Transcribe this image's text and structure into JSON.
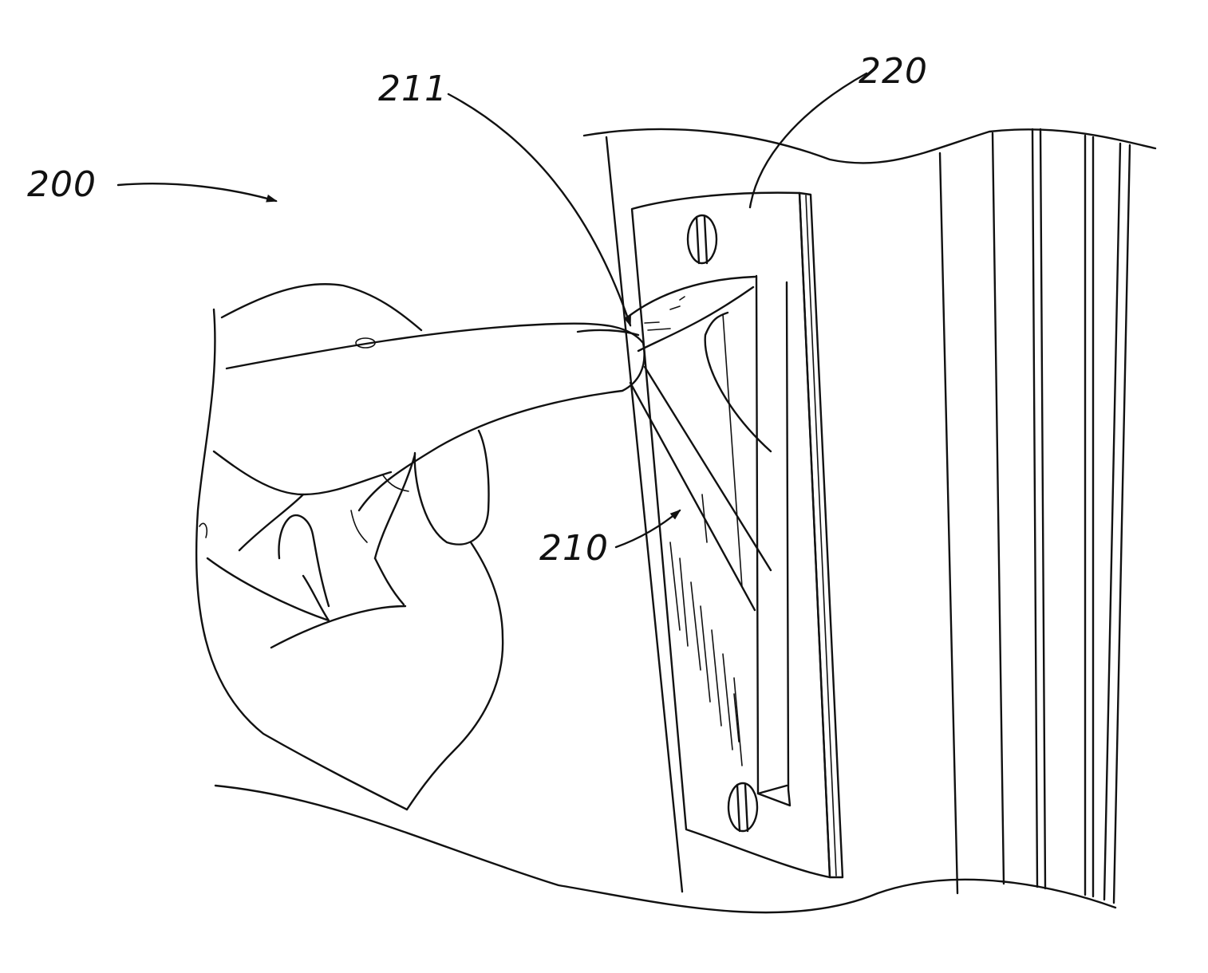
{
  "labels": {
    "assembly": "200",
    "handle": "210",
    "handle_tip": "211",
    "escutcheon_plate": "220"
  }
}
